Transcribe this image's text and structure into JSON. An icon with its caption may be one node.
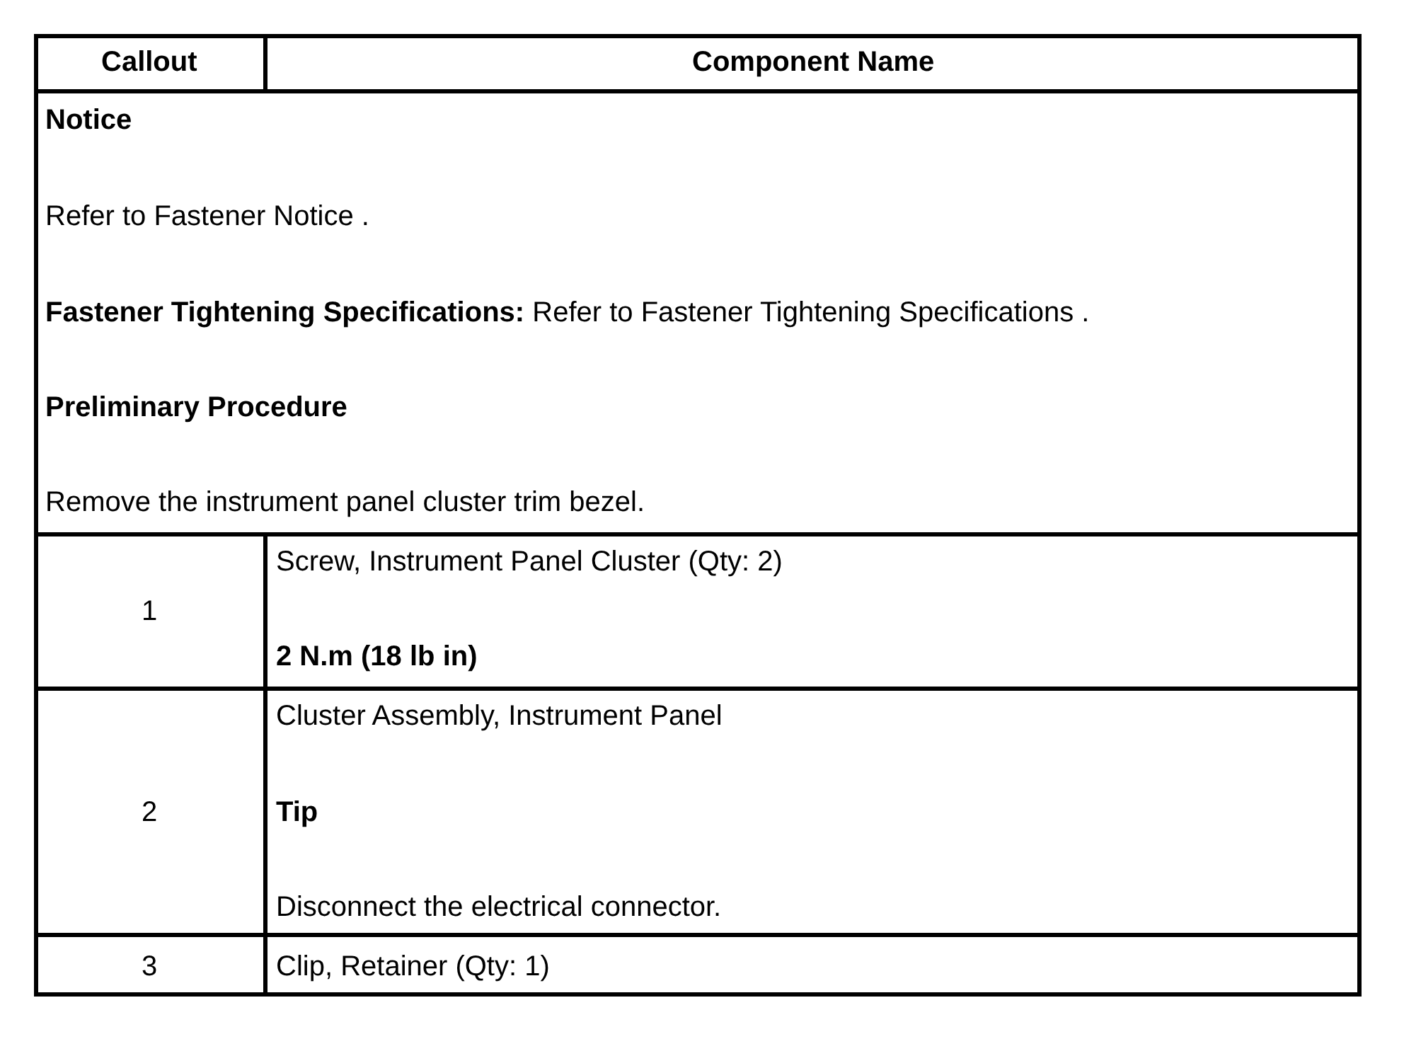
{
  "diagram": {
    "labels": [
      "Callout",
      "Component Name",
      "Notice",
      "Refer to Fastener Notice .",
      "**Fastener Tightening Specifications:** Refer to Fastener Tightening Specifications .",
      "Preliminary Procedure",
      "Remove the instrument panel cluster trim bezel.",
      "1",
      "Screw, Instrument Panel Cluster (Qty: 2)",
      "2 N.m (18 lb in)",
      "2",
      "Cluster Assembly, Instrument Panel",
      "Tip",
      "Disconnect the electrical connector.",
      "3",
      "Clip, Retainer (Qty: 1)"
    ]
  }
}
